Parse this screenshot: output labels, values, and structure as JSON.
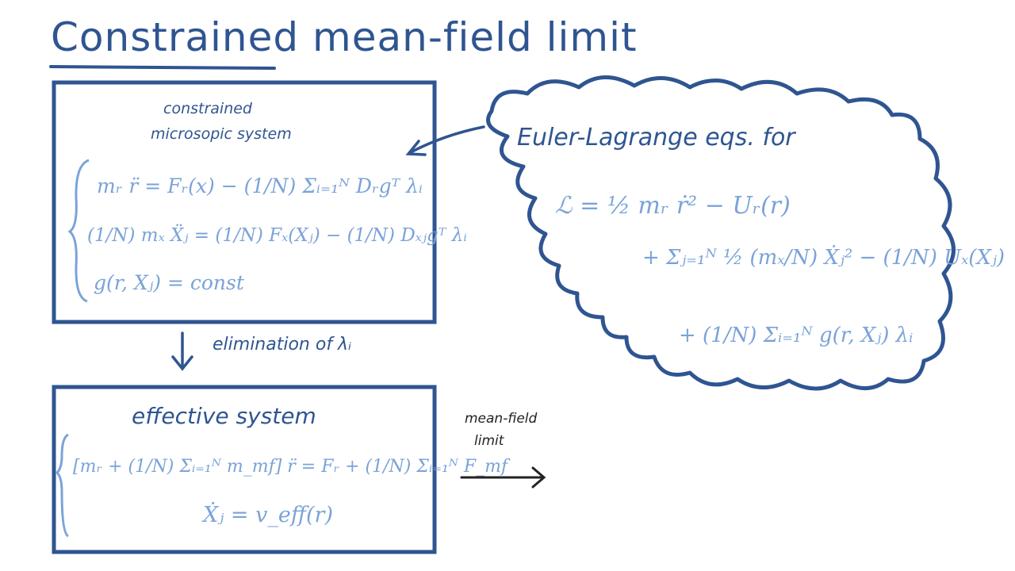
{
  "title": "Constrained mean-field limit",
  "micro_box": {
    "heading_line1": "constrained",
    "heading_line2": "microsopic system",
    "equations": [
      "mᵣ r̈ = Fᵣ(x) − (1/N) Σᵢ₌₁ᴺ Dᵣgᵀ λᵢ",
      "(1/N) mₓ Ẍⱼ = (1/N) Fₓ(Xⱼ) − (1/N) Dₓⱼgᵀ λᵢ",
      "g(r, Xⱼ) =   const"
    ]
  },
  "elimination_label": "elimination of λᵢ",
  "effective_box": {
    "heading": "effective system",
    "equations": [
      "[mᵣ + (1/N) Σᵢ₌₁ᴺ m_mf] r̈ = Fᵣ + (1/N) Σᵢ₌₁ᴺ F_mf",
      "Ẋⱼ = v_eff(r)"
    ]
  },
  "mean_field_label_line1": "mean-field",
  "mean_field_label_line2": "limit",
  "cloud": {
    "heading": "Euler-Lagrange eqs. for",
    "lagrangian": [
      "ℒ = ½ mᵣ ṙ² − Uᵣ(r)",
      "+ Σⱼ₌₁ᴺ ½ (mₓ/N) Ẋⱼ² − (1/N) Uₓ(Xⱼ)",
      "+ (1/N) Σᵢ₌₁ᴺ g(r, Xⱼ) λᵢ"
    ]
  },
  "colors": {
    "dark": "#2f5591",
    "light": "#7aa3d8",
    "ink": "#222222"
  }
}
